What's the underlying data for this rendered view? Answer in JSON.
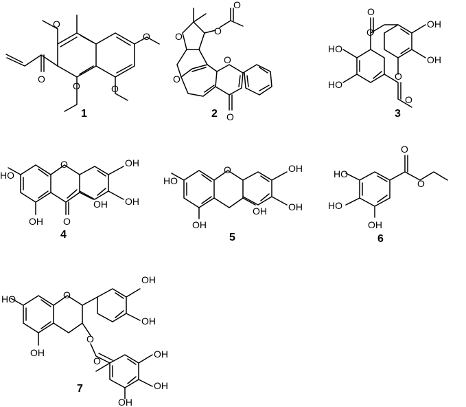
{
  "compounds": [
    {
      "number": "1",
      "atoms": [
        "O",
        "O",
        "O",
        "O",
        "O"
      ]
    },
    {
      "number": "2",
      "atoms": [
        "O",
        "O",
        "O",
        "O",
        "O",
        "O"
      ]
    },
    {
      "number": "3",
      "atoms": [
        "O",
        "O",
        "O",
        "O",
        "OH",
        "OH",
        "HO",
        "HO"
      ]
    },
    {
      "number": "4",
      "atoms": [
        "HO",
        "O",
        "OH",
        "OH",
        "OH",
        "O",
        "OH"
      ]
    },
    {
      "number": "5",
      "atoms": [
        "HO",
        "O",
        "OH",
        "OH",
        "OH",
        "OH"
      ]
    },
    {
      "number": "6",
      "atoms": [
        "O",
        "O",
        "HO",
        "HO",
        "OH"
      ]
    },
    {
      "number": "7",
      "atoms": [
        "HO",
        "O",
        "OH",
        "OH",
        "O",
        "OH",
        "O",
        "OH",
        "OH",
        "OH"
      ]
    }
  ]
}
